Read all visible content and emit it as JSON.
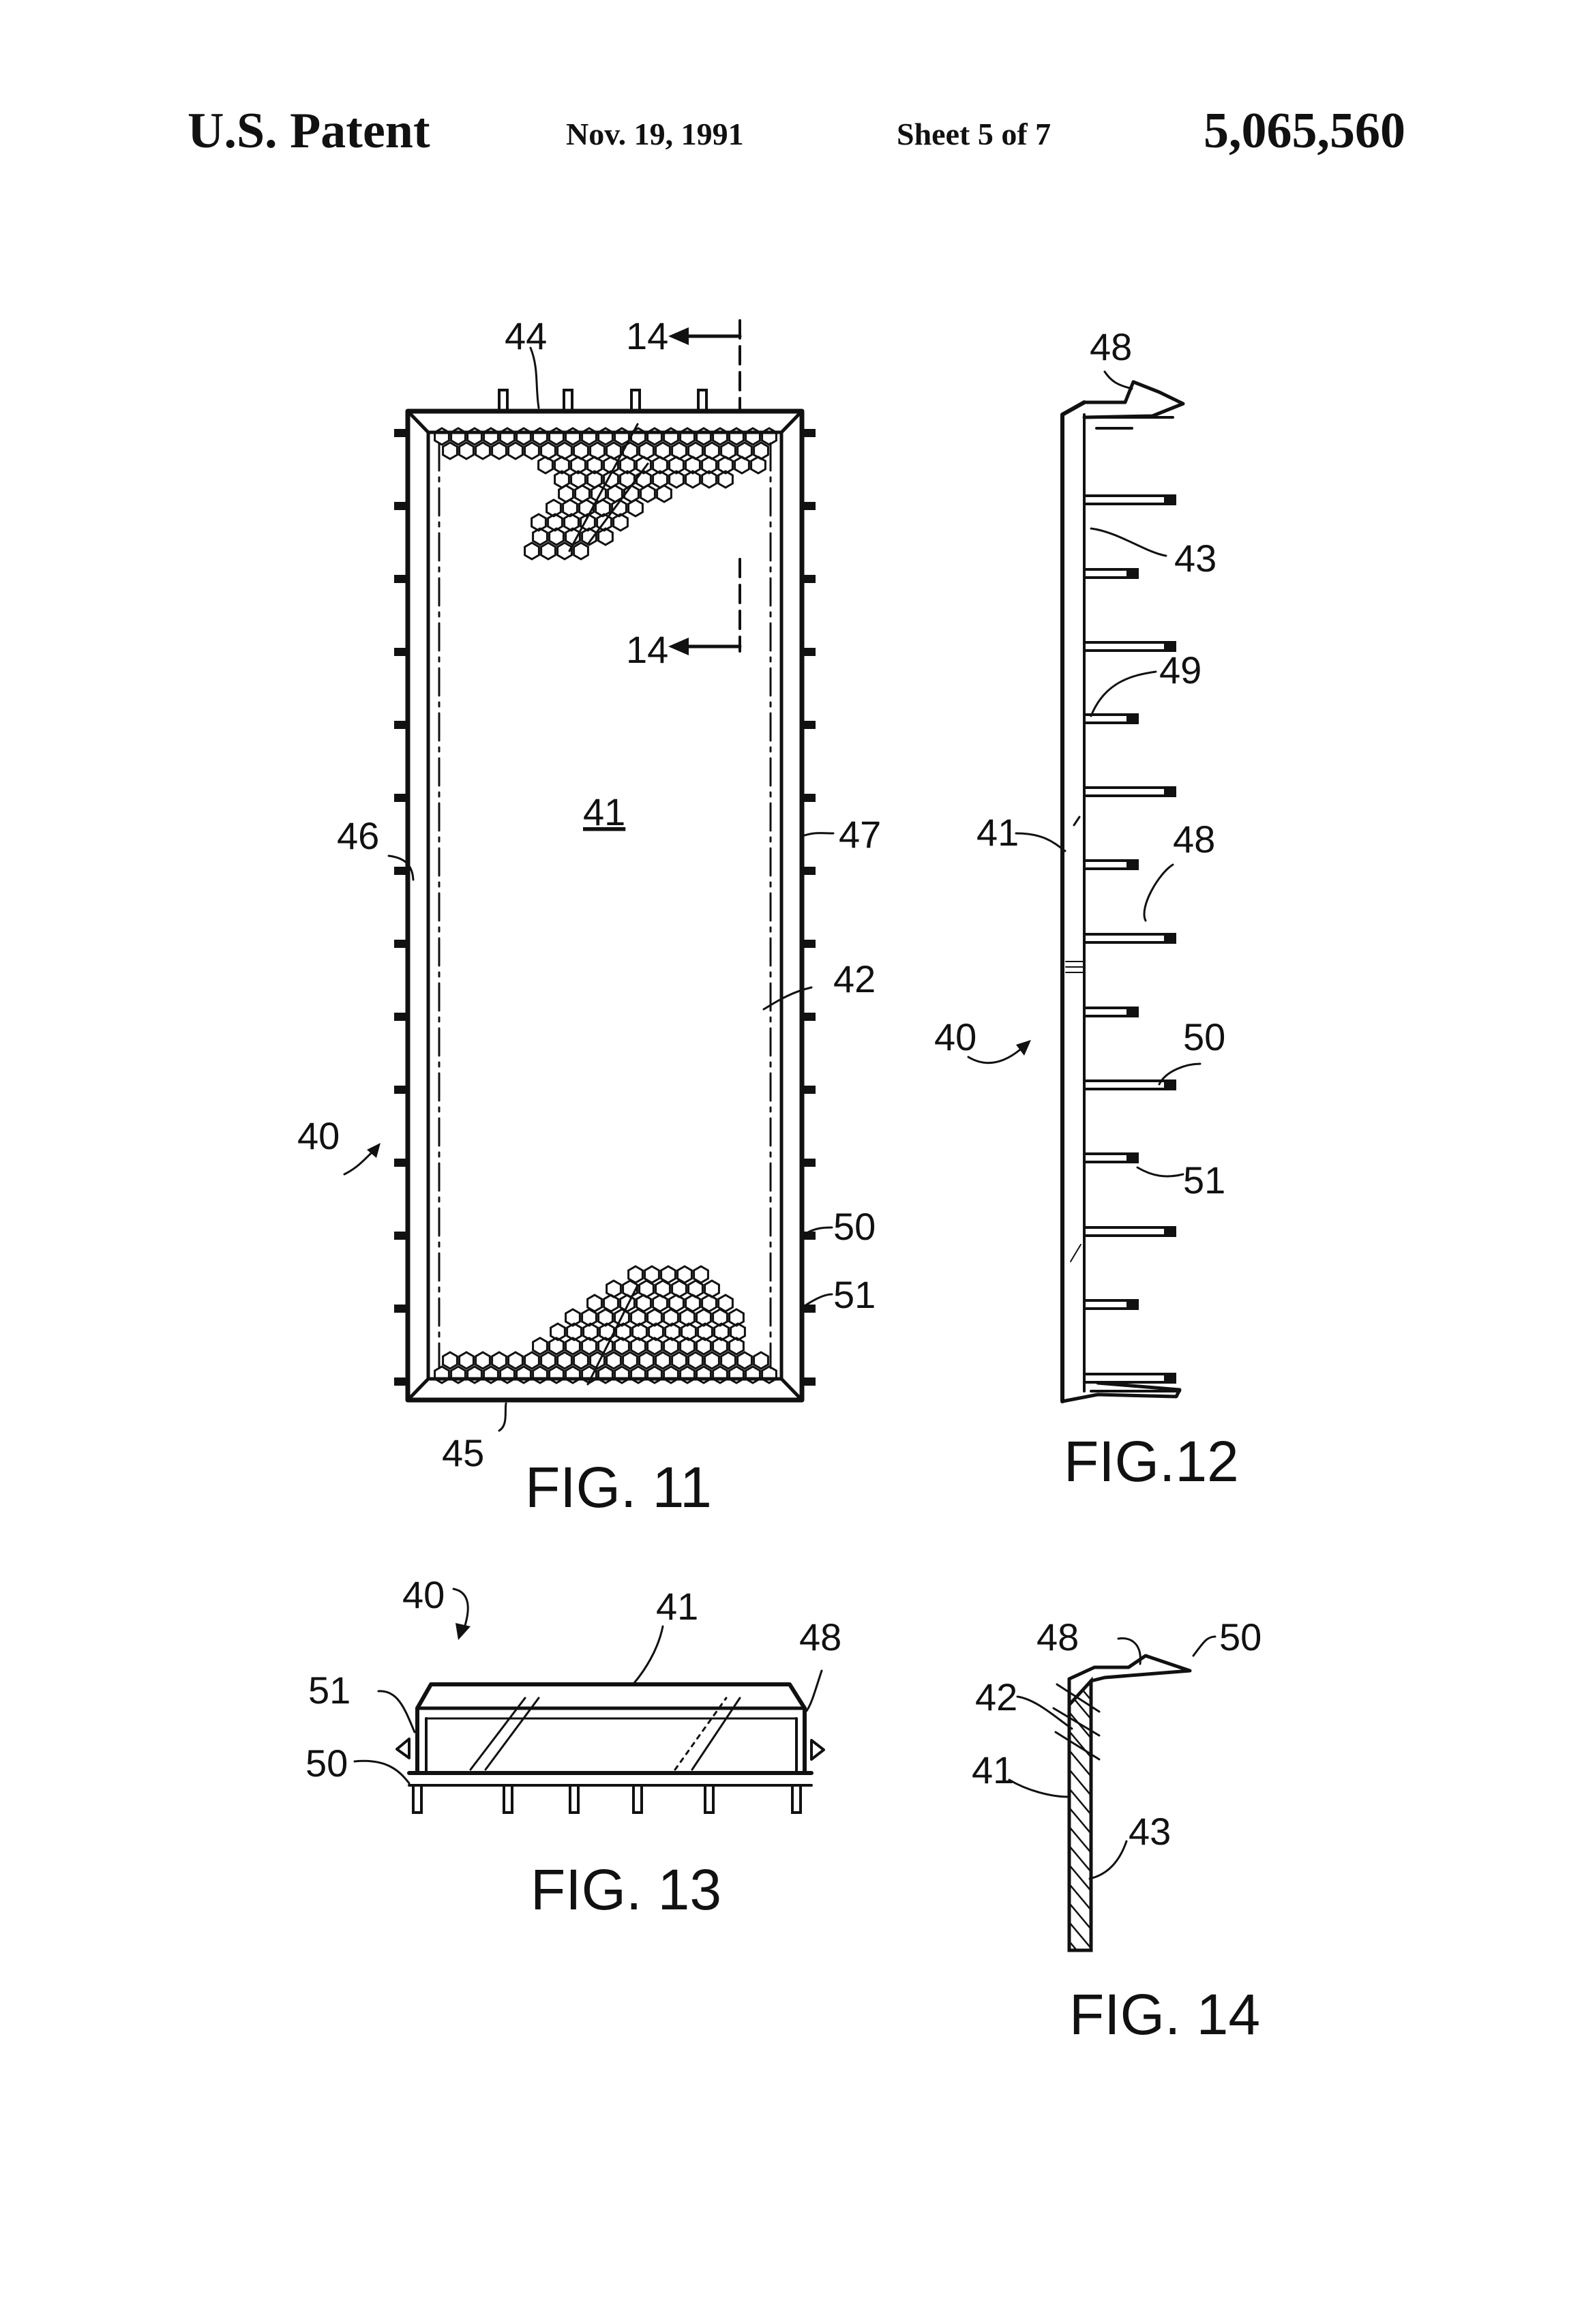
{
  "header": {
    "patent_label": "U.S. Patent",
    "date": "Nov. 19, 1991",
    "sheet": "Sheet 5 of 7",
    "patent_number": "5,065,560"
  },
  "figures": {
    "fig11": {
      "caption": "FIG. 11",
      "labels": {
        "n44": "44",
        "n14_top": "14",
        "n14_mid": "14",
        "n41": "41",
        "n46": "46",
        "n47": "47",
        "n42": "42",
        "n40": "40",
        "n50": "50",
        "n51": "51",
        "n45": "45"
      }
    },
    "fig12": {
      "caption": "FIG.12",
      "labels": {
        "n48_top": "48",
        "n43": "43",
        "n49": "49",
        "n41": "41",
        "n48_mid": "48",
        "n40": "40",
        "n50": "50",
        "n51": "51"
      }
    },
    "fig13": {
      "caption": "FIG. 13",
      "labels": {
        "n40": "40",
        "n41": "41",
        "n48": "48",
        "n51": "51",
        "n50": "50"
      }
    },
    "fig14": {
      "caption": "FIG. 14",
      "labels": {
        "n48": "48",
        "n50": "50",
        "n42": "42",
        "n41": "41",
        "n43": "43"
      }
    }
  }
}
